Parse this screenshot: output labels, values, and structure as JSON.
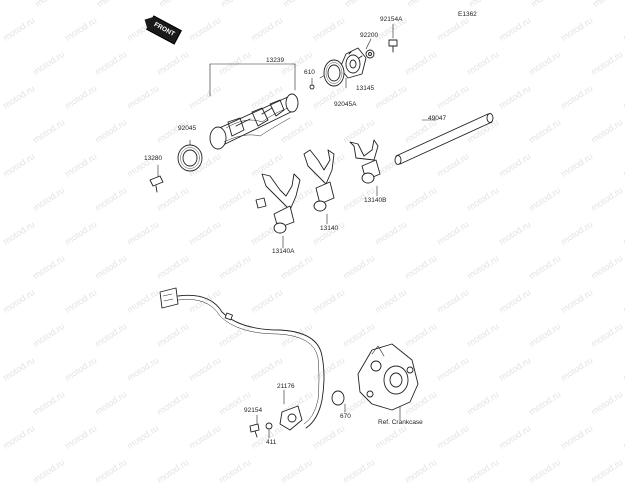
{
  "diagram": {
    "code": "E1362",
    "front_label": "FRONT",
    "watermark": "motod.ru",
    "parts": {
      "p92154A": "92154A",
      "p92200": "92200",
      "p13239": "13239",
      "p610": "610",
      "p13145": "13145",
      "p92045A": "92045A",
      "p92045": "92045",
      "p13280": "13280",
      "p49047": "49047",
      "p13140B": "13140B",
      "p13140": "13140",
      "p13140A": "13140A",
      "p21176": "21176",
      "p92154": "92154",
      "p670": "670",
      "p411": "411",
      "ref_crankcase": "Ref. Crankcase"
    }
  }
}
